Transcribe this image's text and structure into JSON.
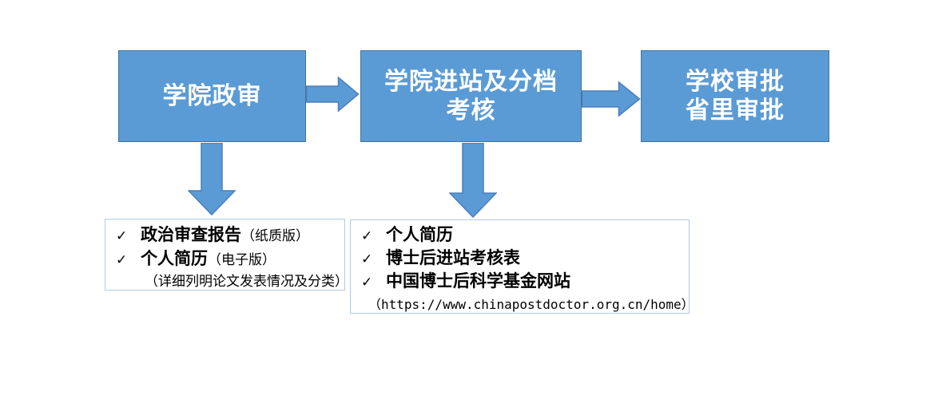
{
  "flow": {
    "steps": [
      {
        "lines": [
          "学院政审"
        ]
      },
      {
        "lines": [
          "学院进站及分档",
          "考核"
        ]
      },
      {
        "lines": [
          "学校审批",
          "省里审批"
        ]
      }
    ]
  },
  "panels": [
    {
      "items": [
        {
          "check": "✓",
          "text": "政治审查报告",
          "suffix": "（纸质版）"
        },
        {
          "check": "✓",
          "text": "个人简历",
          "suffix": "（电子版）"
        }
      ],
      "note": "（详细列明论文发表情况及分类）"
    },
    {
      "items": [
        {
          "check": "✓",
          "text": "个人简历",
          "suffix": ""
        },
        {
          "check": "✓",
          "text": "博士后进站考核表",
          "suffix": ""
        },
        {
          "check": "✓",
          "text": "中国博士后科学基金网站",
          "suffix": ""
        }
      ],
      "note": "（https://www.chinapostdoctor.org.cn/home）"
    }
  ],
  "colors": {
    "shape_fill": "#5B9BD5",
    "shape_border": "#41719C",
    "shape_text": "#FFFFFF",
    "panel_border": "#AECBE8",
    "panel_text": "#000000",
    "background": "#FFFFFF"
  }
}
